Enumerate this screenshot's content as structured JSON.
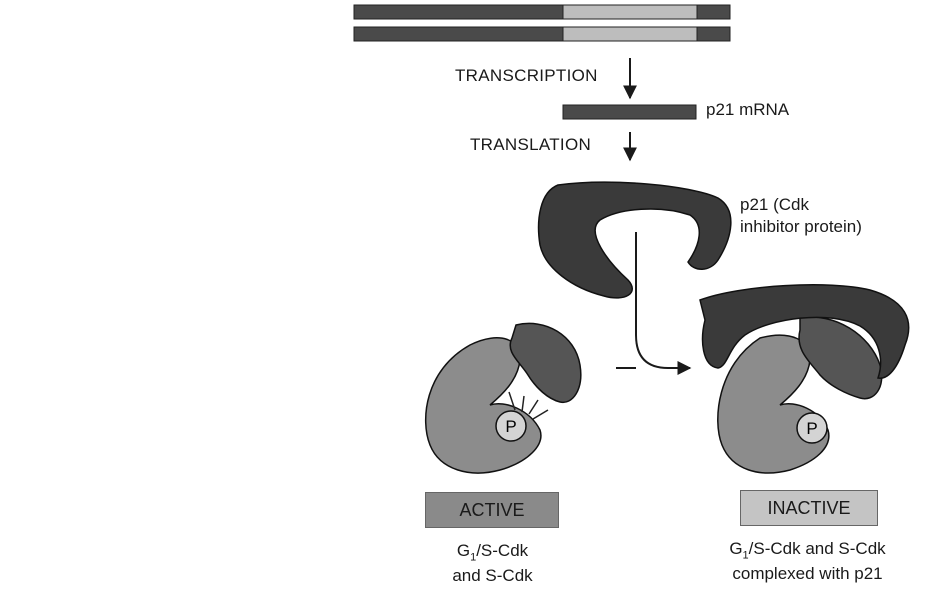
{
  "steps": {
    "transcription": "TRANSCRIPTION",
    "translation": "TRANSLATION"
  },
  "labels": {
    "mrna": "p21 mRNA",
    "protein_line1": "p21 (Cdk",
    "protein_line2": "inhibitor protein)",
    "phosphate": "P"
  },
  "active": {
    "box_label": "ACTIVE",
    "caption_line1_prefix": "G",
    "caption_line1_sub": "1",
    "caption_line1_suffix": "/S-Cdk",
    "caption_line2": "and S-Cdk"
  },
  "inactive": {
    "box_label": "INACTIVE",
    "caption_line1_prefix": "G",
    "caption_line1_sub": "1",
    "caption_line1_suffix": "/S-Cdk and S-Cdk",
    "caption_line2": "complexed with p21"
  },
  "colors": {
    "dna_dark": "#4a4a4a",
    "dna_light": "#bdbdbd",
    "p21": "#3a3a3a",
    "cdk": "#8c8c8c",
    "cyclin": "#555555",
    "phosphate": "#d4d4d4",
    "box_active": "#8a8a8a",
    "box_inactive": "#c4c4c4"
  }
}
